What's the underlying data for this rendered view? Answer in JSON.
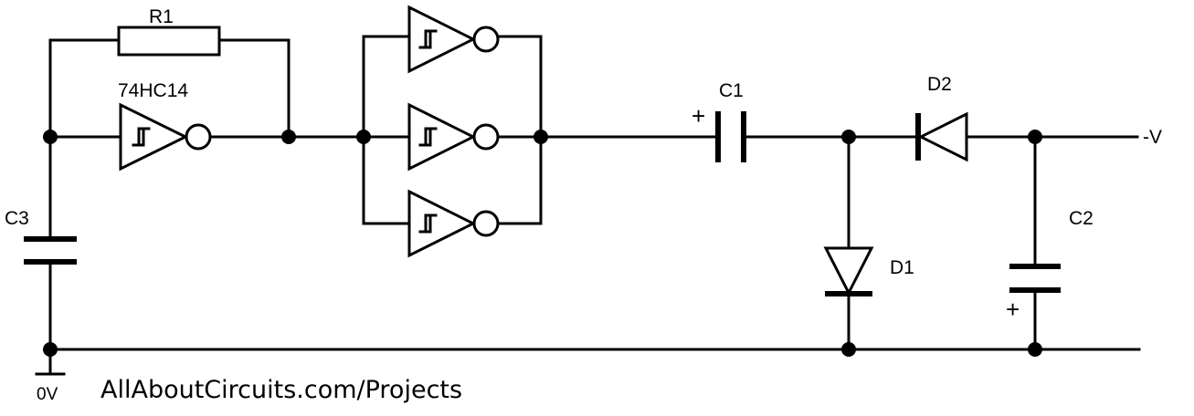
{
  "labels": {
    "r1": "R1",
    "ic": "74HC14",
    "c1": "C1",
    "c1_plus": "+",
    "c2": "C2",
    "c2_plus": "+",
    "c3": "C3",
    "d1": "D1",
    "d2": "D2",
    "output": "-V",
    "ground": "0V",
    "credit": "AllAboutCircuits.com/Projects"
  }
}
